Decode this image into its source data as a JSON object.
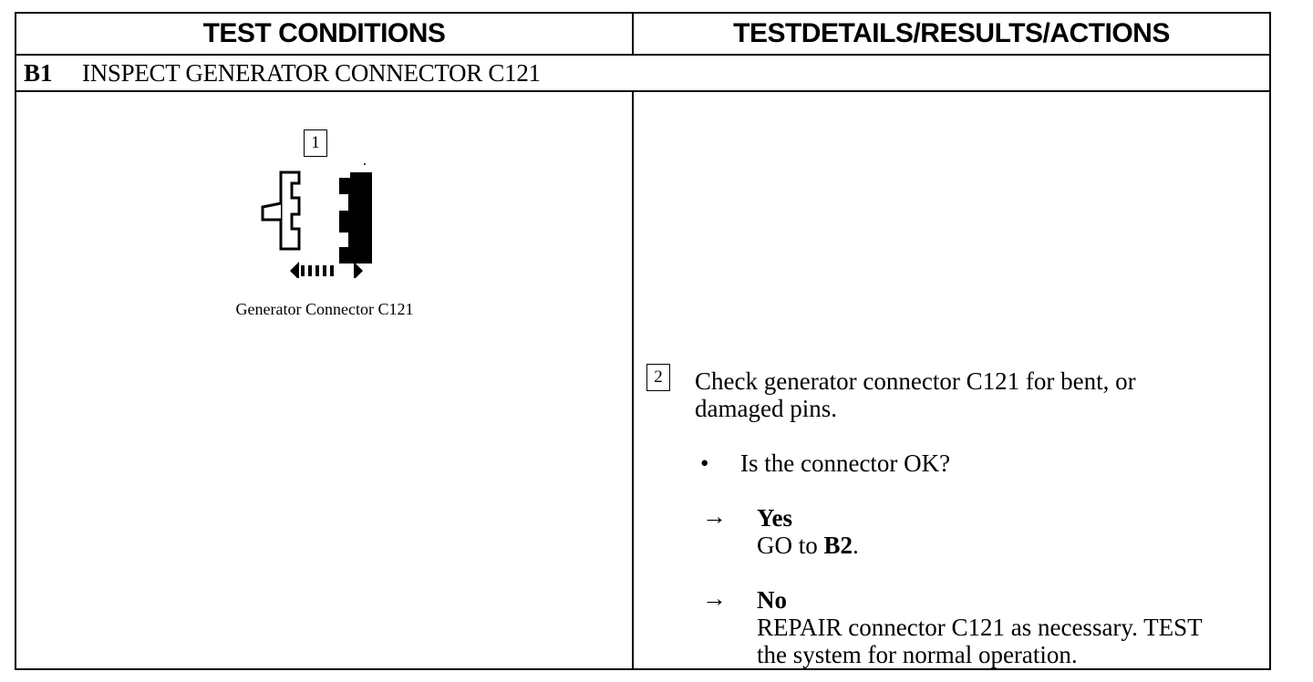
{
  "header": {
    "left": "TEST CONDITIONS",
    "right": "TESTDETAILS/RESULTS/ACTIONS"
  },
  "step": {
    "id": "B1",
    "title": "INSPECT GENERATOR CONNECTOR C121"
  },
  "left_panel": {
    "box_label": "1",
    "caption": "Generator Connector C121"
  },
  "right_panel": {
    "box_label": "2",
    "instruction_line1": "Check generator connector C121 for bent, or",
    "instruction_line2": "damaged pins.",
    "bullet_symbol": "•",
    "question": "Is the connector OK?",
    "arrow_symbol": "→",
    "yes": {
      "label": "Yes",
      "action_prefix": "GO to ",
      "action_target": "B2",
      "action_suffix": "."
    },
    "no": {
      "label": "No",
      "action_line1": "REPAIR connector C121 as necessary. TEST",
      "action_line2": "the system for normal operation."
    }
  }
}
